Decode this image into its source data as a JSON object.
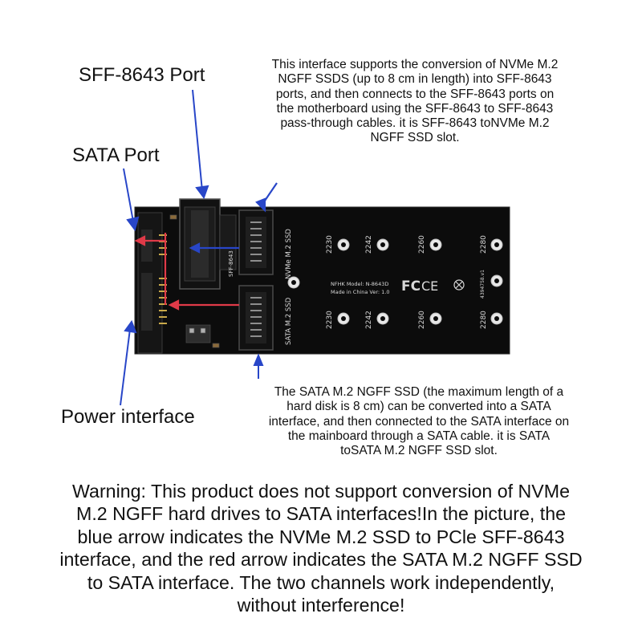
{
  "labels": {
    "sff_port": "SFF-8643 Port",
    "sata_port": "SATA Port",
    "power_interface": "Power interface"
  },
  "descriptions": {
    "nvme": [
      "This interface supports the conversion of NVMe M.2",
      "NGFF SSDS (up to 8 cm in length) into SFF-8643",
      "ports, and then connects to the SFF-8643 ports on",
      "the motherboard using the SFF-8643 to SFF-8643",
      "pass-through cables. it is SFF-8643 toNVMe M.2",
      "NGFF SSD slot."
    ],
    "sata": [
      "The SATA M.2 NGFF SSD (the maximum length of a",
      "hard disk is 8 cm) can be converted into a SATA",
      "interface, and then connected to the SATA interface on",
      "the mainboard through a SATA cable. it is SATA",
      "toSATA M.2 NGFF SSD slot."
    ]
  },
  "warning": [
    "Warning: This product does not support conversion of NVMe",
    "M.2 NGFF hard drives to SATA interfaces!In the picture, the",
    "blue arrow indicates the NVMe M.2 SSD to PCle SFF-8643",
    "interface, and the red arrow indicates the SATA M.2 NGFF SSD",
    "to SATA interface. The two channels work independently,",
    "without interference!"
  ],
  "board": {
    "slot_nvme": "NVMe M.2 SSD",
    "slot_sata": "SATA M.2 SSD",
    "sff_silk": "SFF-8643",
    "model_line1": "NFHK Model: N-8643D",
    "model_line2": "Made in China Ver: 1.0",
    "fcc_mark": "FC",
    "ce_mark": "CE",
    "serial": "4394758.v1",
    "sizes": [
      "2230",
      "2242",
      "2260",
      "2280"
    ]
  },
  "colors": {
    "pcb": "#0c0c0c",
    "blue_arrow": "#2846c8",
    "red_arrow": "#e03a48",
    "silkscreen": "#d8d8d8"
  }
}
